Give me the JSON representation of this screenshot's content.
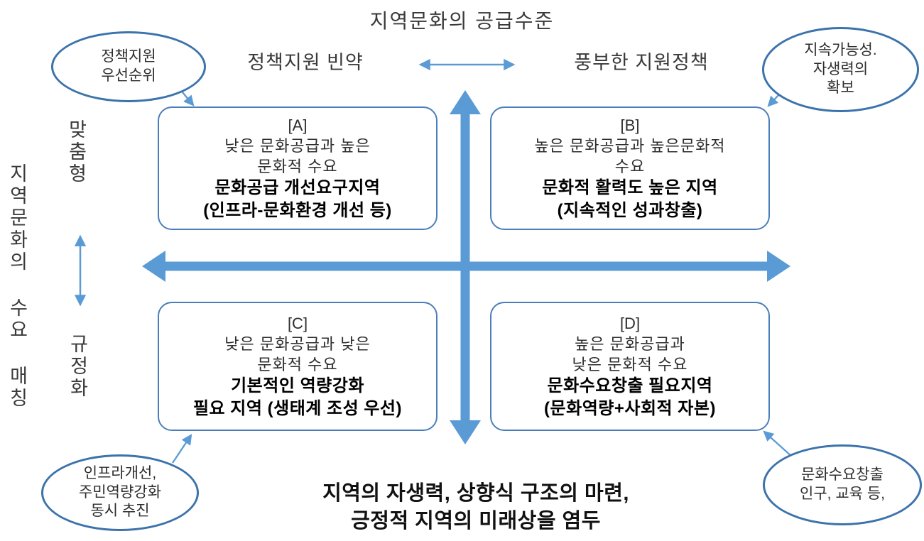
{
  "title": "지역문화의 공급수준",
  "x_axis": {
    "left_label": "정책지원 빈약",
    "right_label": "풍부한 지원정책"
  },
  "y_axis": {
    "label": "지역문화의 수요 매칭",
    "top_label": "맞춤형",
    "bottom_label": "규정화"
  },
  "quadrants": {
    "a": {
      "tag": "[A]",
      "desc1": "낮은 문화공급과 높은",
      "desc2": "문화적 수요",
      "bold1": "문화공급 개선요구지역",
      "bold2": "(인프라-문화환경 개선 등)"
    },
    "b": {
      "tag": "[B]",
      "desc1": "높은 문화공급과 높은문화적",
      "desc2": "수요",
      "bold1": "문화적 활력도 높은 지역",
      "bold2": "(지속적인 성과창출)"
    },
    "c": {
      "tag": "[C]",
      "desc1": "낮은 문화공급과 낮은",
      "desc2": "문화적 수요",
      "bold1": "기본적인 역량강화",
      "bold2": "필요 지역 (생태계 조성 우선)"
    },
    "d": {
      "tag": "[D]",
      "desc1": "높은 문화공급과",
      "desc2": "낮은 문화적 수요",
      "bold1": "문화수요창출 필요지역",
      "bold2": "(문화역량+사회적 자본)"
    }
  },
  "callouts": {
    "top_left": {
      "line1": "정책지원",
      "line2": "우선순위"
    },
    "top_right": {
      "line1": "지속가능성.",
      "line2": "자생력의",
      "line3": "확보"
    },
    "bottom_left": {
      "line1": "인프라개선,",
      "line2": "주민역량강화",
      "line3": "동시 추진"
    },
    "bottom_right": {
      "line1": "문화수요창출",
      "line2": "인구, 교육 등,"
    }
  },
  "footer": {
    "line1": "지역의 자생력, 상향식 구조의 마련,",
    "line2": "긍정적 지역의 미래상을 염두"
  },
  "colors": {
    "axis_arrow": "#5B9BD5",
    "thin_arrow": "#5B9BD5",
    "box_border": "#4a7ebb",
    "ellipse_border": "#3c73ab",
    "text": "#3a3a3a",
    "bold_text": "#000000"
  }
}
